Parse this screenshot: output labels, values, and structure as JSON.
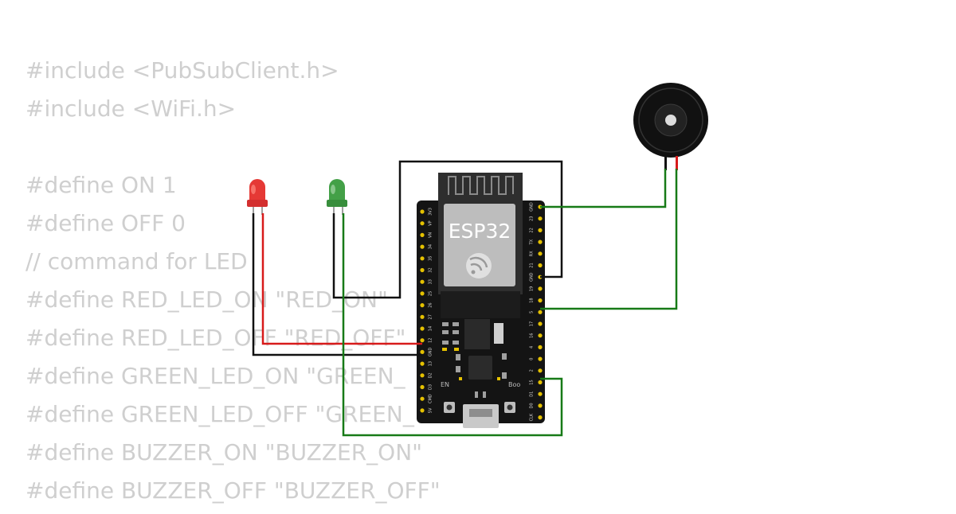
{
  "code_lines": [
    "#include <PubSubClient.h>",
    "#include <WiFi.h>",
    "",
    "#define ON 1",
    "#define OFF 0",
    "// command for LED",
    "#define RED_LED_ON \"RED_ON\"",
    "#define RED_LED_OFF \"RED_OFF\"",
    "#define GREEN_LED_ON \"GREEN_",
    "#define GREEN_LED_OFF \"GREEN_",
    "#define BUZZER_ON \"BUZZER_ON\"",
    "#define BUZZER_OFF \"BUZZER_OFF\""
  ],
  "board": {
    "label": "ESP32",
    "en_label": "EN",
    "boot_label": "Boo",
    "left_pins": [
      "3V3",
      "VP",
      "VN",
      "34",
      "35",
      "32",
      "33",
      "25",
      "26",
      "27",
      "14",
      "12",
      "GND",
      "13",
      "D2",
      "D3",
      "CMD",
      "5V"
    ],
    "right_pins": [
      "GND",
      "23",
      "22",
      "TX",
      "RX",
      "21",
      "GND",
      "19",
      "18",
      "5",
      "17",
      "16",
      "4",
      "0",
      "2",
      "15",
      "D1",
      "D0",
      "CLK"
    ]
  },
  "components": {
    "red_led": {
      "name": "red-led",
      "color": "#e53935"
    },
    "green_led": {
      "name": "green-led",
      "color": "#43a047"
    },
    "buzzer": {
      "name": "buzzer",
      "color": "#111111"
    }
  },
  "colors": {
    "wire_red": "#d81b1b",
    "wire_green": "#177a17",
    "wire_black": "#111111",
    "board_bg": "#141414",
    "pin_gold": "#e5c100",
    "code_text": "#cfcfcf"
  }
}
